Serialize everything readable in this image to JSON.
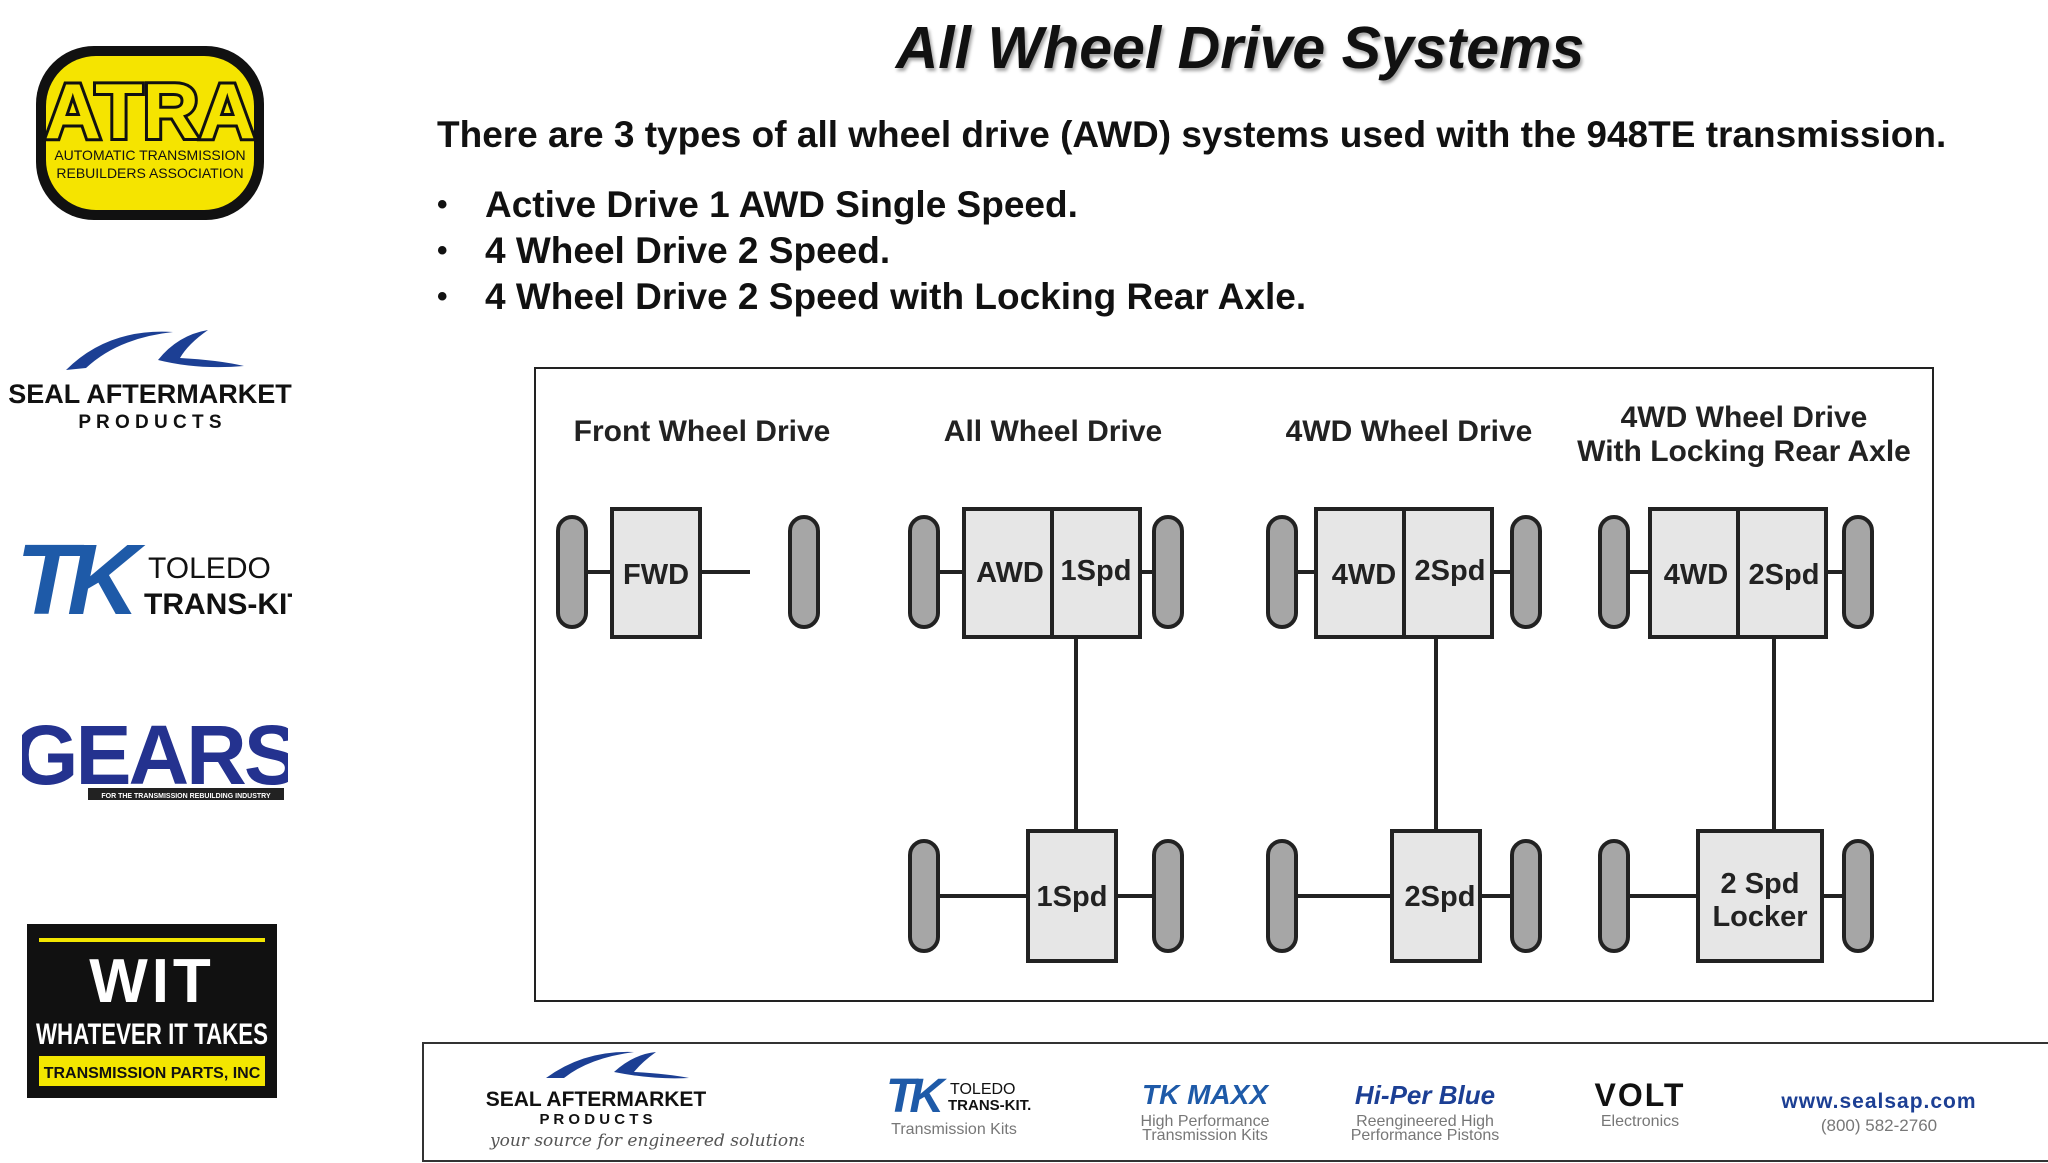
{
  "title": "All Wheel Drive Systems",
  "intro": "There are 3 types of all wheel drive (AWD) systems used with the 948TE transmission.",
  "bullets": [
    "Active Drive 1 AWD Single Speed.",
    "4 Wheel Drive 2 Speed.",
    "4 Wheel Drive 2 Speed with Locking Rear Axle."
  ],
  "bullet_glyph": "•",
  "diagram": {
    "columns": [
      {
        "heading": [
          "Front Wheel Drive"
        ],
        "front_boxes": [
          "FWD"
        ],
        "rear_box": []
      },
      {
        "heading": [
          "All Wheel Drive"
        ],
        "front_boxes": [
          "AWD",
          "1Spd"
        ],
        "rear_box": [
          "1Spd"
        ]
      },
      {
        "heading": [
          "4WD Wheel Drive"
        ],
        "front_boxes": [
          "4WD",
          "2Spd"
        ],
        "rear_box": [
          "2Spd"
        ]
      },
      {
        "heading": [
          "4WD Wheel Drive",
          "With Locking Rear Axle"
        ],
        "front_boxes": [
          "4WD",
          "2Spd"
        ],
        "rear_box": [
          "2 Spd",
          "Locker"
        ]
      }
    ]
  },
  "sidebar_logos": {
    "atra": {
      "mark": "ATRA",
      "line1": "AUTOMATIC TRANSMISSION",
      "line2": "REBUILDERS ASSOCIATION"
    },
    "seal": {
      "line1": "SEAL AFTERMARKET",
      "line2": "P R O D U C T S"
    },
    "toledo": {
      "mark": "TK",
      "line1": "TOLEDO",
      "line2": "TRANS-KIT"
    },
    "gears": {
      "mark": "GEARS",
      "tagline": "FOR THE TRANSMISSION REBUILDING INDUSTRY"
    },
    "wit": {
      "mark": "WIT",
      "line1": "WHATEVER IT TAKES",
      "line2": "TRANSMISSION PARTS, INC"
    }
  },
  "footer": {
    "seal": {
      "line1": "SEAL AFTERMARKET",
      "line2": "P R O D U C T S",
      "tagline": "your source for engineered solutions"
    },
    "toledo": {
      "mark": "TK",
      "line1": "TOLEDO",
      "line2": "TRANS-KIT.",
      "sub": "Transmission Kits"
    },
    "tkmaxx": {
      "mark": "TK MAXX",
      "sub1": "High Performance",
      "sub2": "Transmission Kits"
    },
    "hiper": {
      "mark": "Hi-Per Blue",
      "sub1": "Reengineered High",
      "sub2": "Performance Pistons"
    },
    "volt": {
      "mark": "VOLT",
      "sub": "Electronics"
    },
    "web": {
      "url": "www.sealsap.com",
      "phone": "(800) 582-2760"
    }
  },
  "colors": {
    "text": "#111111",
    "box_fill": "#e6e6e6",
    "wheel_fill": "#a6a6a6",
    "seal_blue": "#1c3f94",
    "tk_blue": "#1e5aa8",
    "gears_blue": "#24328f",
    "atra_yellow": "#f5e400"
  }
}
